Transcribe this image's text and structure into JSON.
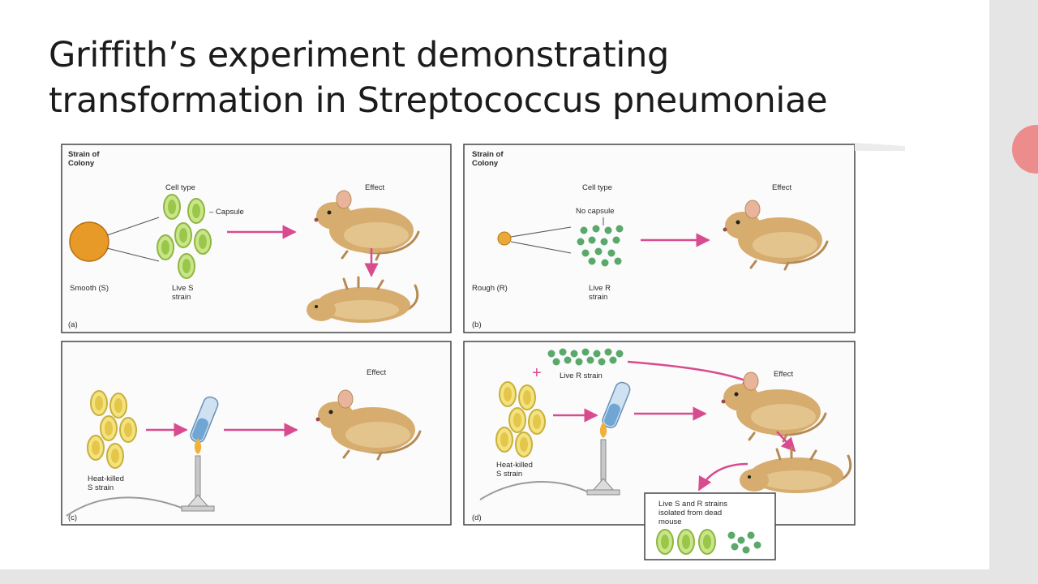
{
  "slide": {
    "title_line1": "Griffith’s experiment demonstrating",
    "title_line2": "transformation in Streptococcus pneumoniae"
  },
  "panels": {
    "a": {
      "header1": "Strain of",
      "header2": "Colony",
      "cell_type": "Cell type",
      "effect": "Effect",
      "capsule": "– Capsule",
      "strain": "Smooth (S)",
      "live1": "Live S",
      "live2": "strain",
      "tag": "(a)"
    },
    "b": {
      "header1": "Strain of",
      "header2": "Colony",
      "cell_type": "Cell type",
      "effect": "Effect",
      "no_capsule": "No capsule",
      "strain": "Rough (R)",
      "live1": "Live R",
      "live2": "strain",
      "tag": "(b)"
    },
    "c": {
      "effect": "Effect",
      "heat1": "Heat-killed",
      "heat2": "S strain",
      "tag": "(c)"
    },
    "d": {
      "effect": "Effect",
      "plus": "+",
      "live_r": "Live R strain",
      "heat1": "Heat-killed",
      "heat2": "S strain",
      "box1": "Live S and R strains",
      "box2": "isolated from dead",
      "box3": "mouse",
      "tag": "(d)"
    }
  },
  "colors": {
    "arrow": "#d94b8f",
    "mouse": "#d6ad6f",
    "green_cell": "#a9cf52",
    "yellow_cell": "#e9d25a",
    "r_cell": "#5aa86a",
    "colony": "#e79a27",
    "accent_circle": "#ec8c8c"
  }
}
